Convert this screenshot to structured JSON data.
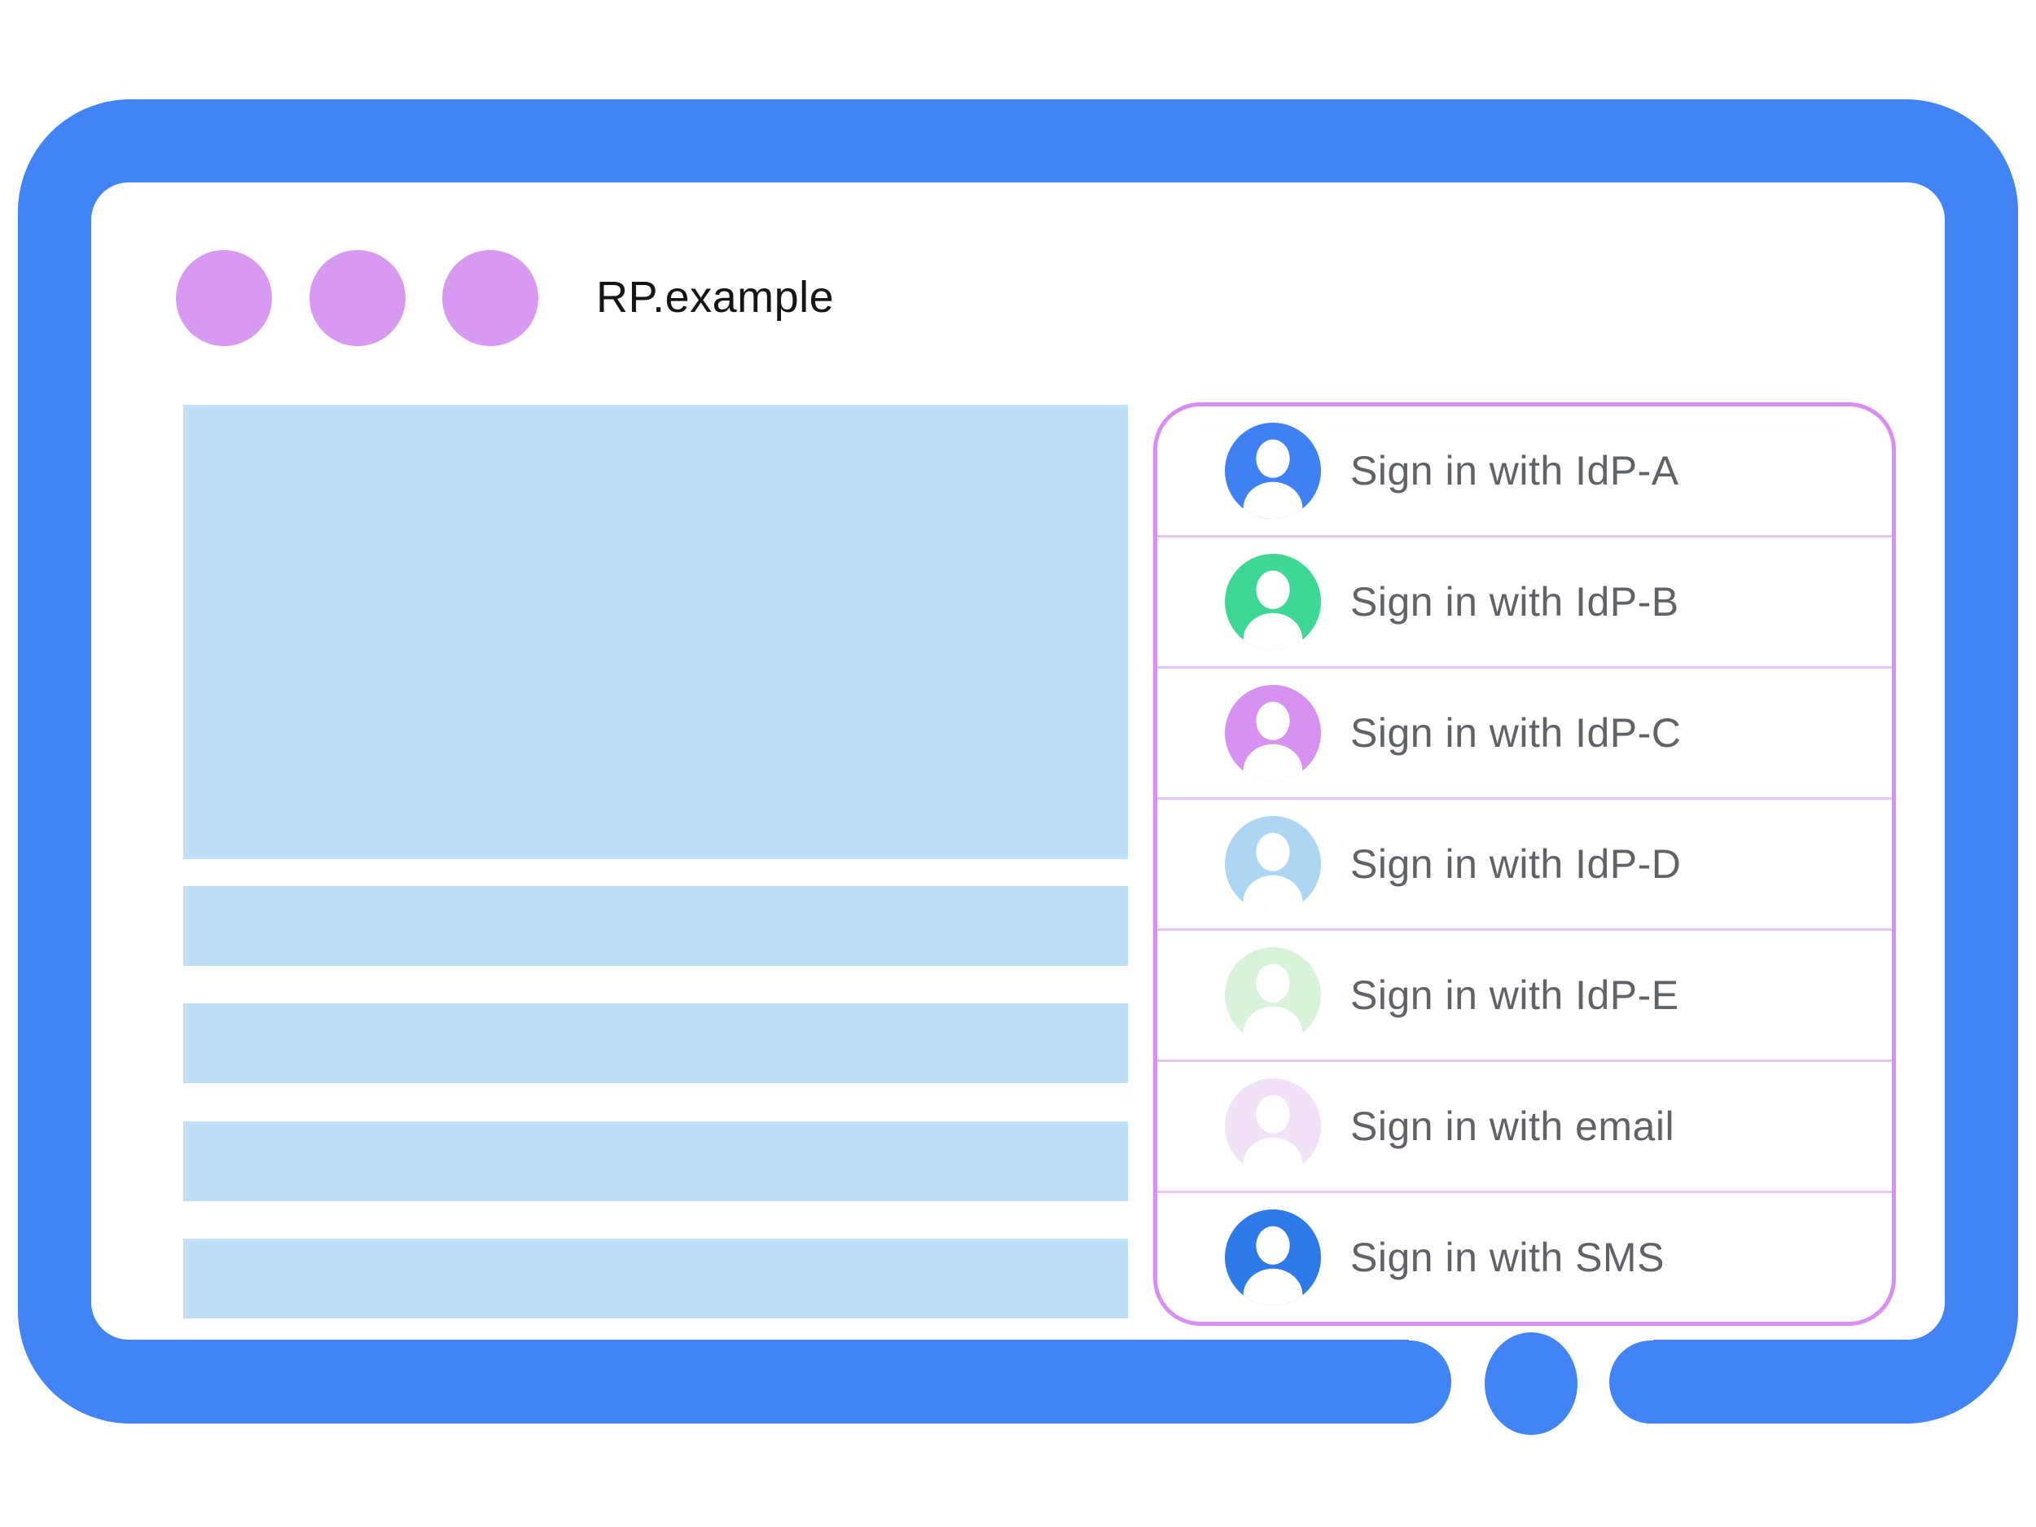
{
  "header": {
    "title": "RP.example",
    "window_dots_count": 3,
    "window_dot_color": "#d89af0"
  },
  "content": {
    "placeholder_color": "#bde0f6",
    "placeholder_blocks": [
      "hero",
      "line",
      "line",
      "line",
      "line"
    ]
  },
  "signin_panel": {
    "border_color": "#d98ef2",
    "divider_color": "#e6c3f2",
    "label_color": "#5f6368",
    "items": [
      {
        "id": "idp-a",
        "label": "Sign in with IdP-A",
        "avatar_color": "#3f80f2",
        "avatar_icon": "person-circle-icon"
      },
      {
        "id": "idp-b",
        "label": "Sign in with IdP-B",
        "avatar_color": "#3ed795",
        "avatar_icon": "person-circle-icon"
      },
      {
        "id": "idp-c",
        "label": "Sign in with IdP-C",
        "avatar_color": "#d791f0",
        "avatar_icon": "person-circle-icon"
      },
      {
        "id": "idp-d",
        "label": "Sign in with IdP-D",
        "avatar_color": "#aed5f2",
        "avatar_icon": "person-circle-icon"
      },
      {
        "id": "idp-e",
        "label": "Sign in with IdP-E",
        "avatar_color": "#d9f2da",
        "avatar_icon": "person-circle-icon"
      },
      {
        "id": "email",
        "label": "Sign in with email",
        "avatar_color": "#f2e2f8",
        "avatar_icon": "person-circle-icon"
      },
      {
        "id": "sms",
        "label": "Sign in with SMS",
        "avatar_color": "#2e7ae8",
        "avatar_icon": "person-circle-icon"
      }
    ]
  },
  "device": {
    "frame_color": "#4283f5",
    "home_button": "home-button"
  }
}
